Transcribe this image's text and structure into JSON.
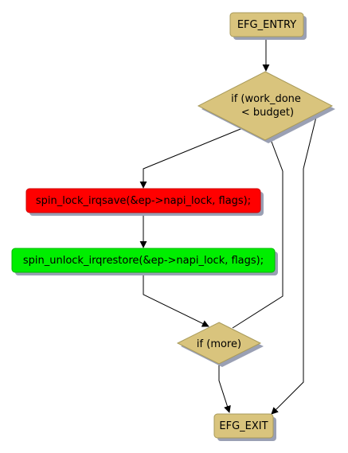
{
  "nodes": {
    "entry": {
      "label": "EFG_ENTRY"
    },
    "work_check": {
      "label_line1": "if (work_done",
      "label_line2": "< budget)"
    },
    "lock": {
      "label": "spin_lock_irqsave(&ep->napi_lock, flags);"
    },
    "unlock": {
      "label": "spin_unlock_irqrestore(&ep->napi_lock, flags);"
    },
    "more_check": {
      "label": "if (more)"
    },
    "exit": {
      "label": "EFG_EXIT"
    }
  },
  "colors": {
    "decision_fill": "#d9c47d",
    "terminal_fill": "#d9c47d",
    "lock_fill": "#ff0000",
    "unlock_fill": "#00ee00",
    "border": "#a89a5a",
    "shadow": "#9aa0b4",
    "edge": "#000000"
  }
}
